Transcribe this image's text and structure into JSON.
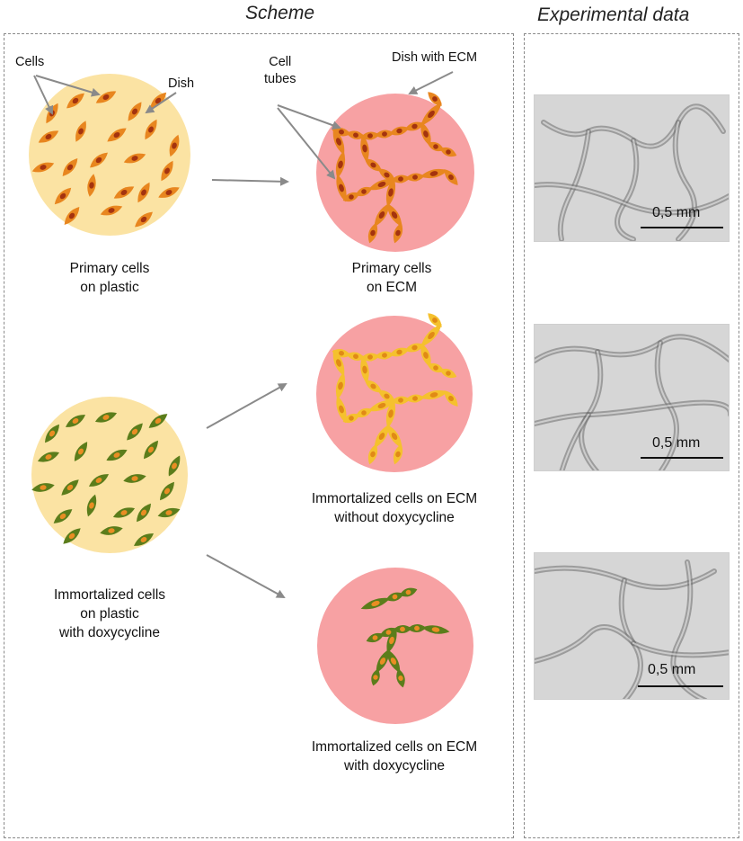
{
  "titles": {
    "scheme": "Scheme",
    "experimental": "Experimental data"
  },
  "annotations": {
    "cells": "Cells",
    "dish": "Dish",
    "cell_tubes_line1": "Cell",
    "cell_tubes_line2": "tubes",
    "dish_with_ecm": "Dish with ECM"
  },
  "captions": {
    "primary_plastic": [
      "Primary cells",
      "on plastic"
    ],
    "primary_ecm": [
      "Primary cells",
      "on ECM"
    ],
    "immortal_ecm_no_doxy": [
      "Immortalized cells on ECM",
      "without doxycycline"
    ],
    "immortal_plastic_doxy": [
      "Immortalized cells",
      "on plastic",
      "with doxycycline"
    ],
    "immortal_ecm_doxy": [
      "Immortalized cells on ECM",
      "with doxycycline"
    ]
  },
  "scale_bars": [
    "0,5 mm",
    "0,5 mm",
    "0,5 mm"
  ],
  "colors": {
    "plastic_dish": "#fbe3a3",
    "ecm_dish": "#f7a1a3",
    "primary_cell": "#e8861f",
    "primary_nucleus": "#a4330f",
    "immortal_cell": "#f5c12e",
    "immortal_nucleus": "#e08a16",
    "doxy_cell": "#5b7d1b",
    "doxy_nucleus": "#e98d23",
    "arrow": "#8a8a8a",
    "micro_bg": "#d6d6d6",
    "micro_line": "#6e6e6e"
  }
}
